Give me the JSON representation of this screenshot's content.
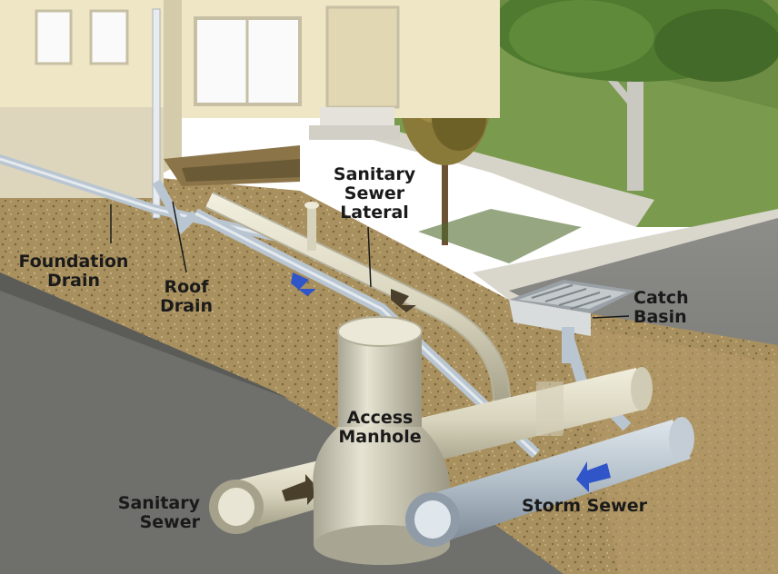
{
  "labels": {
    "foundation_drain": [
      "Foundation",
      "Drain"
    ],
    "roof_drain": [
      "Roof",
      "Drain"
    ],
    "sanitary_sewer_lateral": [
      "Sanitary",
      "Sewer",
      "Lateral"
    ],
    "catch_basin": [
      "Catch",
      "Basin"
    ],
    "access_manhole": [
      "Access",
      "Manhole"
    ],
    "sanitary_sewer": [
      "Sanitary",
      "Sewer"
    ],
    "storm_sewer": "Storm Sewer"
  },
  "colors": {
    "house_siding": "#efe6c6",
    "lawn": "#7a9a4e",
    "soil": "#a48b5c",
    "road": "#7c7c78",
    "sanitary_pipe": "#dcd9c4",
    "storm_pipe": "#b6c2cc",
    "storm_flow_arrow": "#2f55c8",
    "sanitary_flow_arrow": "#4a3f2a"
  }
}
